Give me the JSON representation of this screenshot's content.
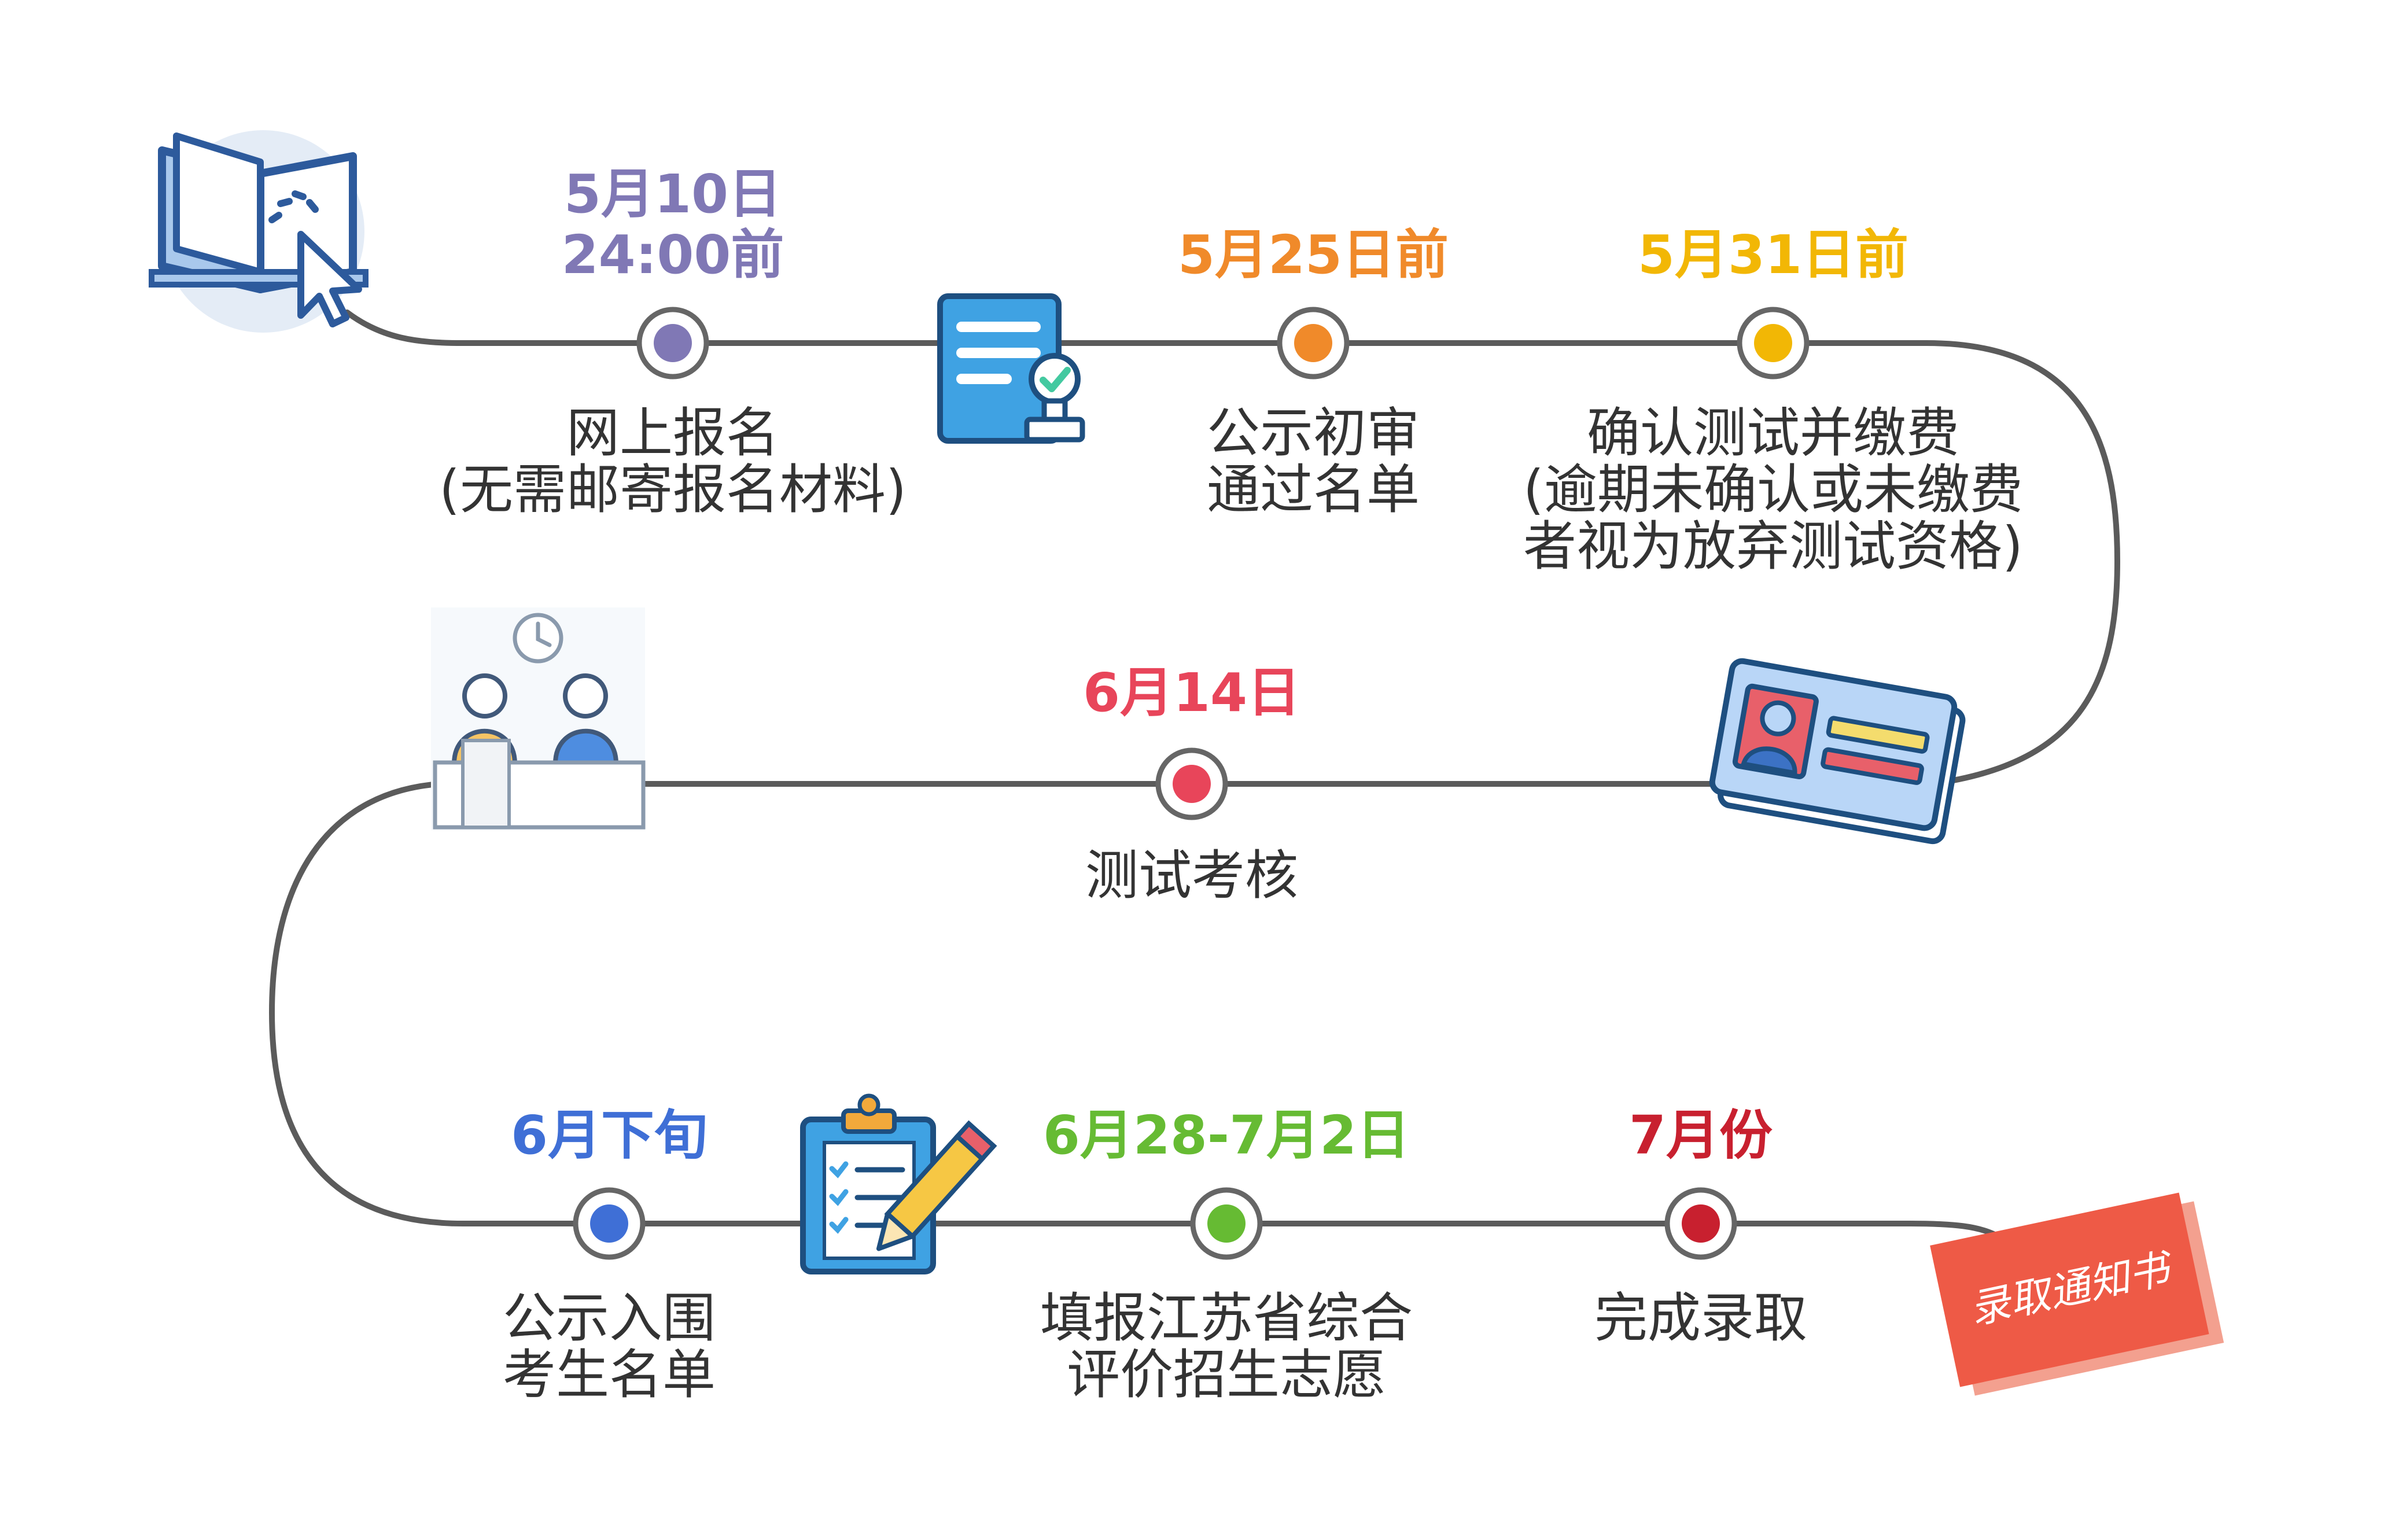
{
  "colors": {
    "path": "#5b5b5b",
    "ring": "#666666",
    "text": "#333333"
  },
  "steps": [
    {
      "id": "online-registration",
      "date_lines": [
        "5月10日",
        "24:00前"
      ],
      "label_lines": [
        "网上报名",
        "(无需邮寄报名材料)"
      ],
      "color": "#8078b5"
    },
    {
      "id": "publish-preliminary-list",
      "date_lines": [
        "5月25日前"
      ],
      "label_lines": [
        "公示初审",
        "通过名单"
      ],
      "color": "#f08a2a"
    },
    {
      "id": "confirm-and-pay",
      "date_lines": [
        "5月31日前"
      ],
      "label_lines": [
        "确认测试并缴费",
        "(逾期未确认或未缴费",
        "者视为放弃测试资格)"
      ],
      "color": "#f2b705"
    },
    {
      "id": "test-assessment",
      "date_lines": [
        "6月14日"
      ],
      "label_lines": [
        "测试考核"
      ],
      "color": "#e8455a"
    },
    {
      "id": "publish-shortlist",
      "date_lines": [
        "6月下旬"
      ],
      "label_lines": [
        "公示入围",
        "考生名单"
      ],
      "color": "#3f6fd6"
    },
    {
      "id": "fill-application",
      "date_lines": [
        "6月28-7月2日"
      ],
      "label_lines": [
        "填报江苏省综合",
        "评价招生志愿"
      ],
      "color": "#66bb33"
    },
    {
      "id": "complete-admission",
      "date_lines": [
        "7月份"
      ],
      "label_lines": [
        "完成录取"
      ],
      "color": "#c8202f"
    }
  ],
  "icons": {
    "book": "open-book-click-icon",
    "document": "document-approved-stamp-icon",
    "id_card": "id-card-icon",
    "interview": "interview-desk-clock-icon",
    "checklist": "clipboard-checklist-pencil-icon",
    "admission_letter": "admission-letter-icon",
    "admission_letter_text": "录取通知书"
  }
}
